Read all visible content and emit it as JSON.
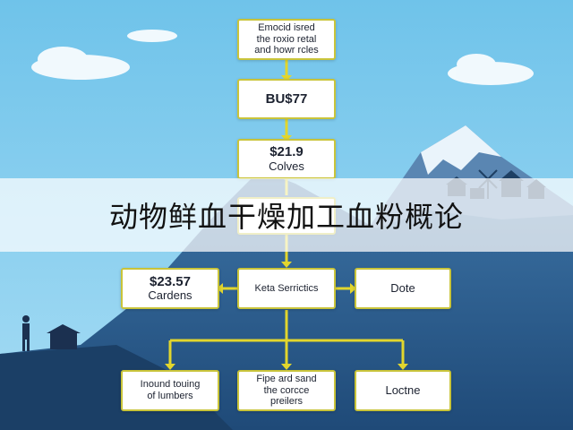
{
  "banner": {
    "title": "动物鲜血干燥加工血粉概论"
  },
  "nodes": {
    "n1": {
      "lines": [
        "Emocid isred",
        "the roxio retal",
        "and howr rcles"
      ]
    },
    "n2": {
      "lines": [
        "BU$77"
      ]
    },
    "n3": {
      "lines": [
        "$21.9",
        "Colves"
      ]
    },
    "n5": {
      "lines": [
        "$23.57",
        "Cardens"
      ]
    },
    "n6": {
      "lines": [
        "Keta Serrictics"
      ]
    },
    "n7": {
      "lines": [
        "Dote"
      ]
    },
    "n8": {
      "lines": [
        "Inound touing",
        "of lumbers"
      ]
    },
    "n9": {
      "lines": [
        "Fipe ard sand",
        "the corcce",
        "preilers"
      ]
    },
    "n10": {
      "lines": [
        "Loctne"
      ]
    }
  },
  "colors": {
    "sky_top": "#6fc3ea",
    "sky_bottom": "#a6dcf4",
    "mountain": "#2b5d8f",
    "connector": "#e2d62d",
    "box_border": "#c9c43a"
  }
}
